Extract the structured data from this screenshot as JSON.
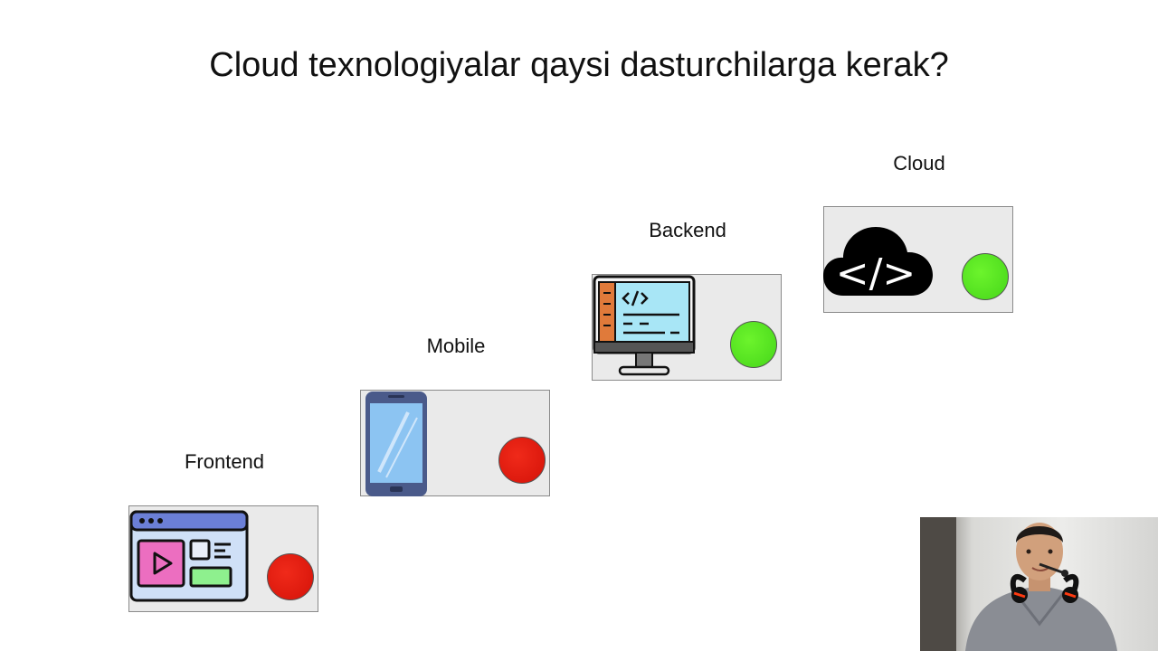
{
  "title": "Cloud texnologiyalar qaysi dasturchilarga kerak?",
  "stages": [
    {
      "label": "Frontend",
      "status": "off",
      "icon": "browser-window-icon"
    },
    {
      "label": "Mobile",
      "status": "off",
      "icon": "smartphone-icon"
    },
    {
      "label": "Backend",
      "status": "on",
      "icon": "code-monitor-icon"
    },
    {
      "label": "Cloud",
      "status": "on",
      "icon": "cloud-code-icon"
    }
  ],
  "icons": {
    "cloud_code_text": "</>"
  },
  "colors": {
    "status_off": "#e8180c",
    "status_on": "#56e422",
    "card_bg": "#eaeaea"
  }
}
